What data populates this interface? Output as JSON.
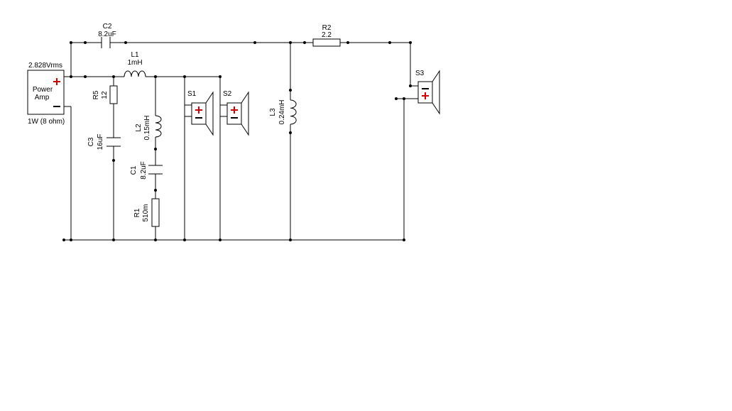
{
  "source": {
    "voltage": "2.828Vrms",
    "name_line1": "Power",
    "name_line2": "Amp",
    "power": "1W (8 ohm)"
  },
  "components": {
    "C2": {
      "ref": "C2",
      "value": "8.2uF"
    },
    "L1": {
      "ref": "L1",
      "value": "1mH"
    },
    "R2": {
      "ref": "R2",
      "value": "2.2"
    },
    "R5": {
      "ref": "R5",
      "value": "12"
    },
    "C3": {
      "ref": "C3",
      "value": "16uF"
    },
    "L2": {
      "ref": "L2",
      "value": "0.15mH"
    },
    "C1": {
      "ref": "C1",
      "value": "8.2uF"
    },
    "R1": {
      "ref": "R1",
      "value": "510m"
    },
    "L3": {
      "ref": "L3",
      "value": "0.24mH"
    }
  },
  "speakers": {
    "S1": {
      "ref": "S1"
    },
    "S2": {
      "ref": "S2"
    },
    "S3": {
      "ref": "S3"
    }
  },
  "colors": {
    "wire": "#000000",
    "polarity_plus": "#d40000",
    "background": "#ffffff"
  }
}
